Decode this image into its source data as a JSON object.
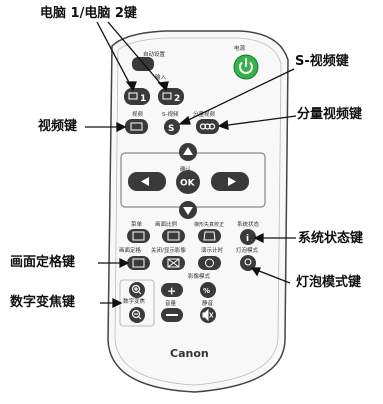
{
  "callouts": {
    "pc12": "电脑 1/电脑 2键",
    "svideo": "S-视频键",
    "video": "视频键",
    "component": "分量视频键",
    "status": "系统状态键",
    "freeze": "画面定格键",
    "lamp": "灯泡模式键",
    "dzoom": "数字变焦键"
  },
  "remote_labels": {
    "auto_setup": "自动设置",
    "input": "输入",
    "power": "电源",
    "video": "视频",
    "svideo": "S-视频",
    "component": "分量视频",
    "ok_top": "确认",
    "ok": "OK",
    "menu": "菜单",
    "screen_ratio": "画面比例",
    "keystone": "梯形失真校正",
    "system_status": "系统状态",
    "freeze": "画面定格",
    "blank": "关闭/显示影像",
    "timer": "演示计时",
    "lamp_mode": "灯泡模式",
    "image_mode": "影像模式",
    "digital_zoom": "数字变焦",
    "volume": "音量",
    "mute": "静音",
    "brand": "Canon",
    "pc1": "1",
    "pc2": "2"
  },
  "colors": {
    "power_green": "#35b24a",
    "button_dark": "#3a3a3a",
    "remote_body": "#f7f7f7",
    "outline": "#444444"
  }
}
